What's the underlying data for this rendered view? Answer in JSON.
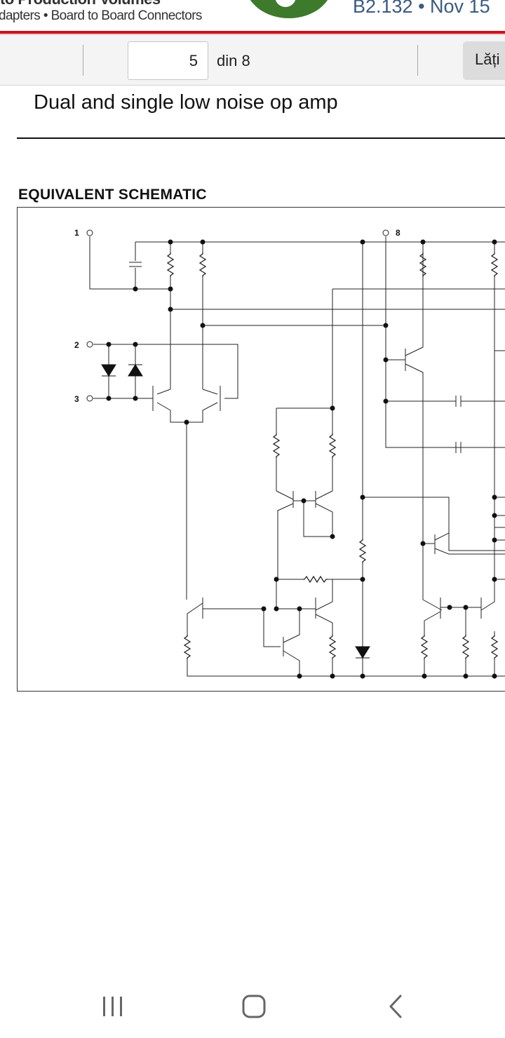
{
  "banner": {
    "line1": "to Production Volumes",
    "line2": "dapters • Board to Board Connectors",
    "right_text": "B2.132 • Nov 15",
    "accent": "#c8141e",
    "logo_color": "#3d7a2c"
  },
  "toolbar": {
    "page_value": "5",
    "page_of": "din 8",
    "width_button": "Lăți"
  },
  "document": {
    "subtitle": "Dual and single low noise op amp",
    "section_heading": "EQUIVALENT SCHEMATIC",
    "schematic_labels": {
      "pin1": "1",
      "pin2": "2",
      "pin3": "3",
      "pin8": "8"
    }
  },
  "navbar": {
    "recents_icon": "recents-icon",
    "home_icon": "home-icon",
    "back_icon": "back-icon"
  }
}
